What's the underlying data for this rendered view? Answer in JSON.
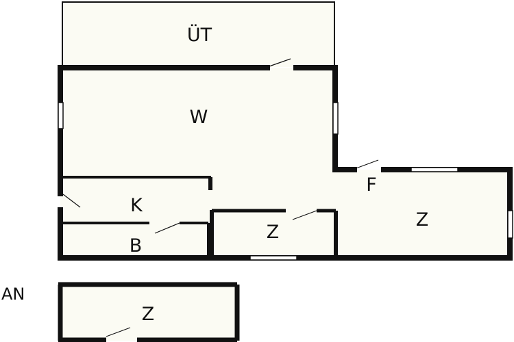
{
  "colors": {
    "background": "#ffffff",
    "floor": "#fbfbf3",
    "wall": "#111111",
    "window": "#ffffff"
  },
  "rooms": {
    "terrace": "ÜT",
    "living": "W",
    "kitchen": "K",
    "bath": "B",
    "hall": "F",
    "bedroom_small": "Z",
    "bedroom_large": "Z",
    "annex_room": "Z"
  },
  "annex_label": "AN"
}
